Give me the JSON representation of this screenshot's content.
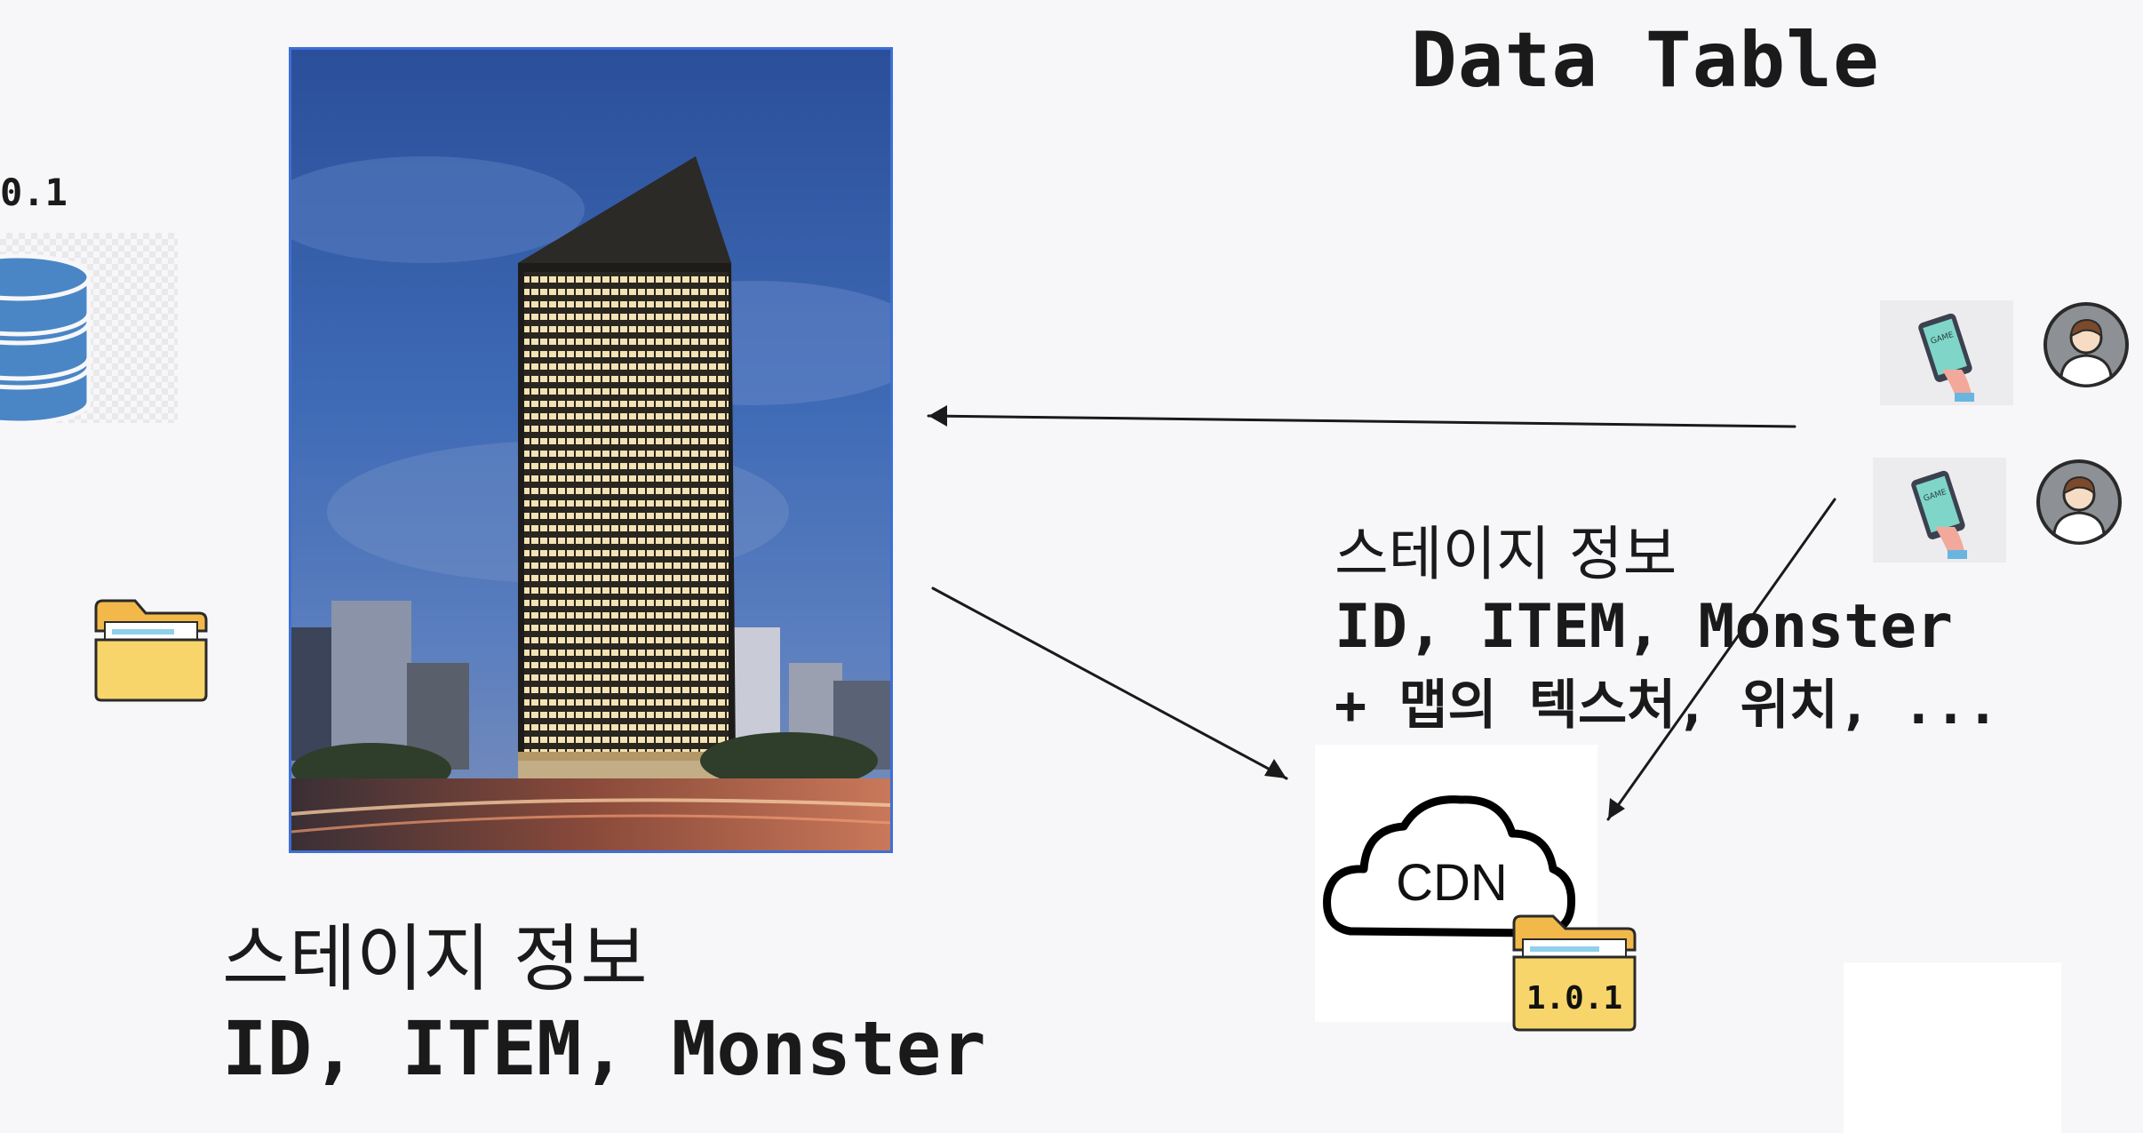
{
  "title": "Data Table",
  "database": {
    "version_label": "0.1",
    "icon": "database-icon"
  },
  "stage_info_left": {
    "heading": "스테이지 정보",
    "fields": "ID, ITEM, Monster"
  },
  "stage_info_right": {
    "heading": "스테이지 정보",
    "fields": "ID, ITEM, Monster",
    "extra": "+ 맵의 텍스처, 위치, ..."
  },
  "cdn": {
    "label": "CDN",
    "folder_version": "1.0.1"
  },
  "phone_label": "GAME",
  "colors": {
    "db_blue": "#4a86c5",
    "folder_yellow": "#f8d56b",
    "photo_border": "#3d6fd6"
  }
}
